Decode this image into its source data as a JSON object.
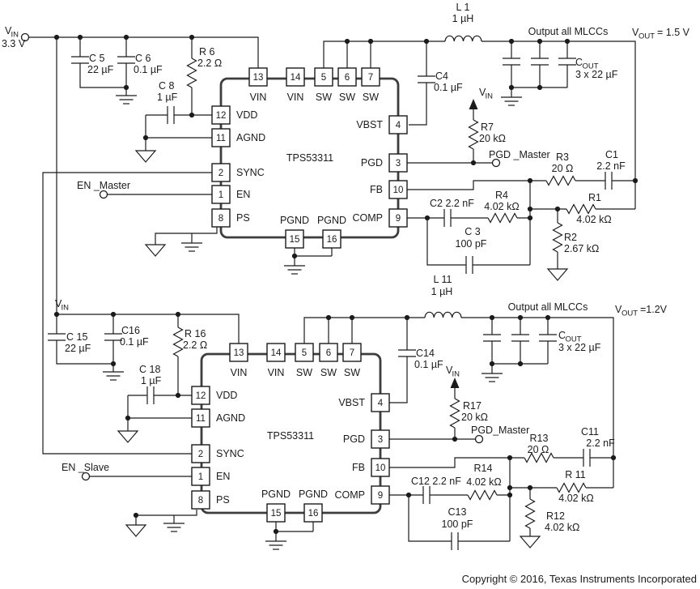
{
  "copyright": "Copyright © 2016, Texas Instruments Incorporated",
  "master": {
    "input": {
      "net": "V",
      "net_sub": "IN",
      "voltage": "3.3 V"
    },
    "c5": {
      "name": "C 5",
      "value": "22 µF"
    },
    "c6": {
      "name": "C 6",
      "value": "0.1 µF"
    },
    "r6": {
      "name": "R 6",
      "value": "2.2 Ω"
    },
    "c8": {
      "name": "C 8",
      "value": "1 µF"
    },
    "en": {
      "label": "EN _Master"
    },
    "ic": {
      "name": "TPS53311",
      "pins_top": [
        {
          "n": "13",
          "l": "VIN"
        },
        {
          "n": "14",
          "l": "VIN"
        },
        {
          "n": "5",
          "l": "SW"
        },
        {
          "n": "6",
          "l": "SW"
        },
        {
          "n": "7",
          "l": "SW"
        }
      ],
      "pins_left": [
        {
          "n": "12",
          "l": "VDD"
        },
        {
          "n": "11",
          "l": "AGND"
        },
        {
          "n": "2",
          "l": "SYNC"
        },
        {
          "n": "1",
          "l": "EN"
        },
        {
          "n": "8",
          "l": "PS"
        }
      ],
      "pins_right": [
        {
          "n": "4",
          "l": "VBST"
        },
        {
          "n": "3",
          "l": "PGD"
        },
        {
          "n": "10",
          "l": "FB"
        },
        {
          "n": "9",
          "l": "COMP"
        }
      ],
      "pins_bottom": [
        {
          "n": "15",
          "l": "PGND"
        },
        {
          "n": "16",
          "l": "PGND"
        }
      ]
    },
    "l1": {
      "name": "L 1",
      "value": "1 µH"
    },
    "c4": {
      "name": "C4",
      "value": "0.1 µF"
    },
    "output_note": "Output all MLCCs",
    "vout": {
      "net": "V",
      "net_sub": "OUT",
      "value": "= 1.5 V"
    },
    "cout": {
      "name": "C",
      "name_sub": "OUT",
      "value": "3 x 22 µF"
    },
    "vin_pull": {
      "net": "V",
      "net_sub": "IN"
    },
    "r7": {
      "name": "R7",
      "value": "20 kΩ"
    },
    "pgd": {
      "label": "PGD _Master"
    },
    "r3": {
      "name": "R3",
      "value": "20 Ω"
    },
    "c1": {
      "name": "C1",
      "value": "2.2 nF"
    },
    "r4": {
      "name": "R4",
      "value": "4.02 kΩ"
    },
    "c2": {
      "label": "C2 2.2 nF"
    },
    "c3": {
      "name": "C 3",
      "value": "100 pF"
    },
    "r1": {
      "name": "R1",
      "value": "4.02 kΩ"
    },
    "r2": {
      "name": "R2",
      "value": "2.67 kΩ"
    }
  },
  "slave": {
    "input": {
      "net": "V",
      "net_sub": "IN"
    },
    "c15": {
      "name": "C 15",
      "value": "22 µF"
    },
    "c16": {
      "name": "C16",
      "value": "0.1 µF"
    },
    "r16": {
      "name": "R 16",
      "value": "2.2 Ω"
    },
    "c18": {
      "name": "C 18",
      "value": "1 µF"
    },
    "en": {
      "label": "EN _Slave"
    },
    "ic": {
      "name": "TPS53311",
      "pins_top": [
        {
          "n": "13",
          "l": "VIN"
        },
        {
          "n": "14",
          "l": "VIN"
        },
        {
          "n": "5",
          "l": "SW"
        },
        {
          "n": "6",
          "l": "SW"
        },
        {
          "n": "7",
          "l": "SW"
        }
      ],
      "pins_left": [
        {
          "n": "12",
          "l": "VDD"
        },
        {
          "n": "11",
          "l": "AGND"
        },
        {
          "n": "2",
          "l": "SYNC"
        },
        {
          "n": "1",
          "l": "EN"
        },
        {
          "n": "8",
          "l": "PS"
        }
      ],
      "pins_right": [
        {
          "n": "4",
          "l": "VBST"
        },
        {
          "n": "3",
          "l": "PGD"
        },
        {
          "n": "10",
          "l": "FB"
        },
        {
          "n": "9",
          "l": "COMP"
        }
      ],
      "pins_bottom": [
        {
          "n": "15",
          "l": "PGND"
        },
        {
          "n": "16",
          "l": "PGND"
        }
      ]
    },
    "l11": {
      "name": "L 11",
      "value": "1 µH"
    },
    "c14": {
      "name": "C14",
      "value": "0.1 µF"
    },
    "output_note": "Output all MLCCs",
    "vout": {
      "net": "V",
      "net_sub": "OUT",
      "value": "=1.2V"
    },
    "cout": {
      "name": "C",
      "name_sub": "OUT",
      "value": "3 x 22 µF"
    },
    "vin_pull": {
      "net": "V",
      "net_sub": "IN"
    },
    "r17": {
      "name": "R17",
      "value": "20 kΩ"
    },
    "pgd": {
      "label": "PGD_Master"
    },
    "r13": {
      "name": "R13",
      "value": "20 Ω"
    },
    "c11": {
      "name": "C11",
      "value": "2.2 nF"
    },
    "r14": {
      "name": "R14",
      "value": "4.02 kΩ"
    },
    "c12": {
      "label": "C12 2.2 nF"
    },
    "c13": {
      "name": "C13",
      "value": "100 pF"
    },
    "r11": {
      "name": "R 11",
      "value": "4.02 kΩ"
    },
    "r12": {
      "name": "R12",
      "value": "4.02 kΩ"
    }
  }
}
